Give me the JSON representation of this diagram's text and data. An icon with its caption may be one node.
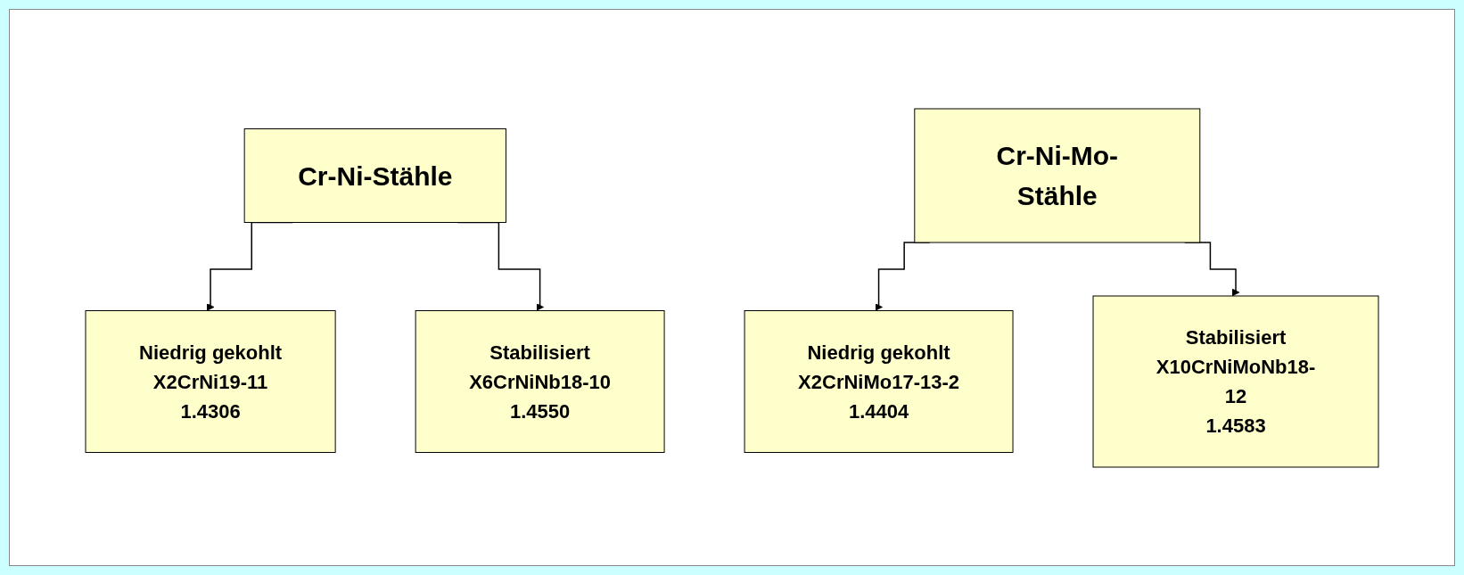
{
  "diagram": {
    "nodes": [
      {
        "text": [
          "Cr-Ni-Stähle"
        ]
      },
      {
        "text": [
          "Niedrig gekohlt",
          "X2CrNi19-11",
          "1.4306"
        ]
      },
      {
        "text": [
          "Stabilisiert",
          "X6CrNiNb18-10",
          "1.4550"
        ]
      },
      {
        "text": [
          "Cr-Ni-Mo-Stähle"
        ]
      },
      {
        "text": [
          "Niedrig gekohlt",
          "X2CrNiMo17-13-2",
          "1.4404"
        ]
      },
      {
        "text": [
          "Stabilisiert",
          "X10CrNiMoNb18-12",
          "1.4583"
        ]
      }
    ],
    "edges": [
      {
        "from": 0,
        "to": 1,
        "arrow": "to"
      },
      {
        "from": 0,
        "to": 2,
        "arrow": "to"
      },
      {
        "from": 3,
        "to": 4,
        "arrow": "to"
      },
      {
        "from": 3,
        "to": 5,
        "arrow": "to"
      }
    ]
  }
}
